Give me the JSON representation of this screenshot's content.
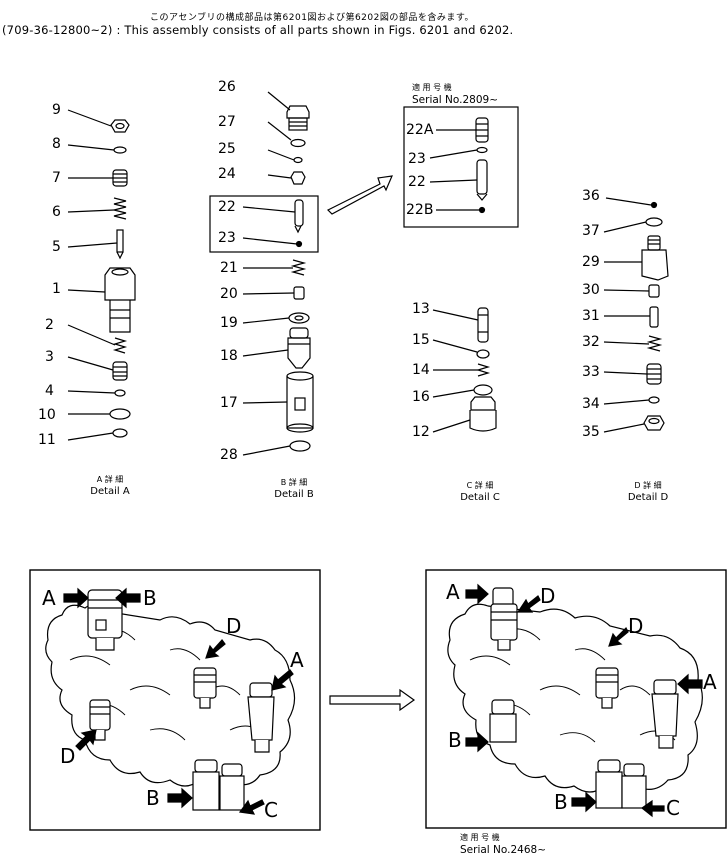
{
  "header": {
    "jp_note": "このアセンブリの構成部品は第6201図および第6202図の部品を含みます。",
    "en_note": "(709-36-12800~2) : This assembly consists of all parts shown in Figs. 6201 and 6202."
  },
  "details": {
    "a": {
      "caption_jp": "A 詳 細",
      "caption_en": "Detail A",
      "labels": [
        "9",
        "8",
        "7",
        "6",
        "5",
        "1",
        "2",
        "3",
        "4",
        "10",
        "11"
      ]
    },
    "b": {
      "caption_jp": "B 詳 細",
      "caption_en": "Detail B",
      "labels": [
        "26",
        "27",
        "25",
        "24",
        "22",
        "23",
        "21",
        "20",
        "19",
        "18",
        "17",
        "28"
      ]
    },
    "b2": {
      "serial_jp": "適 用 号 機",
      "serial_en": "Serial No.2809~",
      "labels": [
        "22A",
        "23",
        "22",
        "22B"
      ]
    },
    "c": {
      "caption_jp": "C 詳 細",
      "caption_en": "Detail C",
      "labels": [
        "13",
        "15",
        "14",
        "16",
        "12"
      ]
    },
    "d": {
      "caption_jp": "D 詳 細",
      "caption_en": "Detail D",
      "labels": [
        "36",
        "37",
        "29",
        "30",
        "31",
        "32",
        "33",
        "34",
        "35"
      ]
    }
  },
  "assemblies": {
    "left": {
      "markers": [
        "A",
        "B",
        "D",
        "A",
        "D",
        "B",
        "C"
      ]
    },
    "right": {
      "markers": [
        "A",
        "D",
        "D",
        "A",
        "B",
        "B",
        "C"
      ],
      "serial_jp": "適 用 号 機",
      "serial_en": "Serial No.2468~"
    }
  }
}
